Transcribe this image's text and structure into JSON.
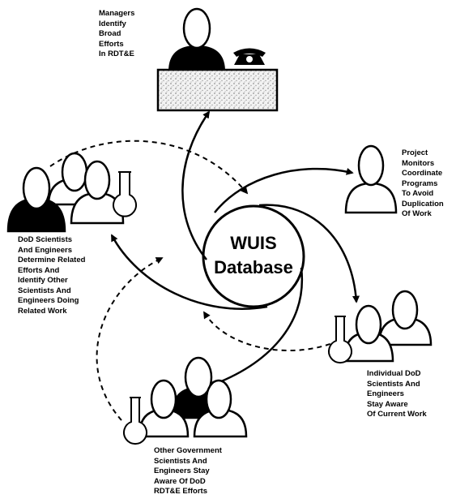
{
  "diagram": {
    "center": {
      "line1": "WUIS",
      "line2": "Database"
    },
    "managers": [
      "Managers",
      "Identify",
      "Broad",
      "Efforts",
      "In RDT&E"
    ],
    "project_monitors": [
      "Project",
      "Monitors",
      "Coordinate",
      "Programs",
      "To Avoid",
      "Duplication",
      "Of Work"
    ],
    "dod_scientists": [
      "DoD Scientists",
      "And Engineers",
      "Determine Related",
      "Efforts And",
      "Identify Other",
      "Scientists And",
      "Engineers Doing",
      "Related Work"
    ],
    "individual": [
      "Individual DoD",
      "Scientists And",
      "Engineers",
      "Stay Aware",
      "Of Current Work"
    ],
    "other_government": [
      "Other Government",
      "Scientists And",
      "Engineers Stay",
      "Aware Of DoD",
      "RDT&E Efforts"
    ]
  }
}
